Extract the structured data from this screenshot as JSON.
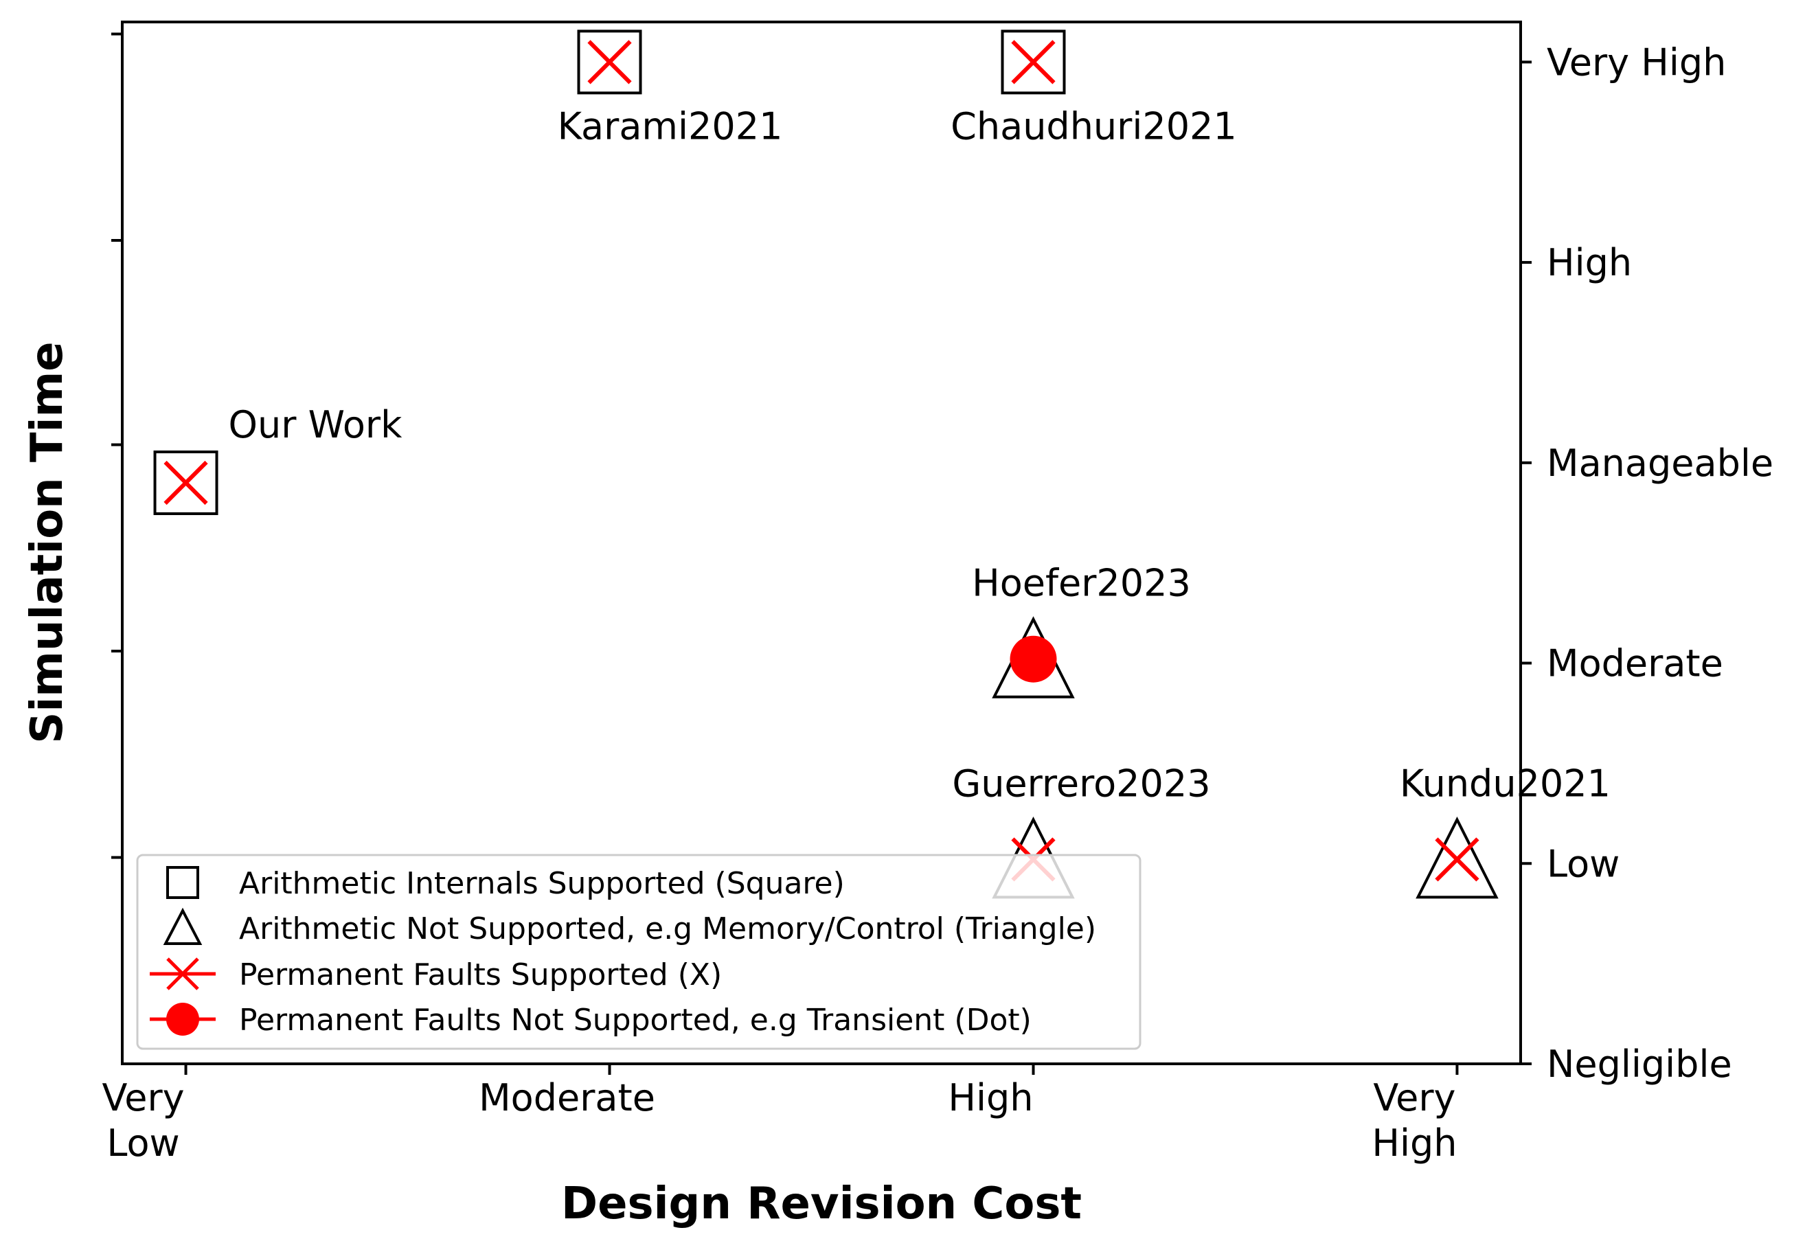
{
  "chart_data": {
    "type": "scatter",
    "xlabel": "Design Revision Cost",
    "ylabel": "Simulation Time",
    "x_ticks": [
      {
        "value": 0,
        "lines": [
          "Very",
          "Low"
        ]
      },
      {
        "value": 1,
        "lines": [
          "Moderate"
        ]
      },
      {
        "value": 2,
        "lines": [
          "High"
        ]
      },
      {
        "value": 3,
        "lines": [
          "Very",
          "High"
        ]
      }
    ],
    "y_ticks_right": [
      {
        "value": 0,
        "label": "Negligible"
      },
      {
        "value": 1,
        "label": "Low"
      },
      {
        "value": 2,
        "label": "Moderate"
      },
      {
        "value": 3,
        "label": "Manageable"
      },
      {
        "value": 4,
        "label": "High"
      },
      {
        "value": 5,
        "label": "Very High"
      }
    ],
    "y_ticks_left": [
      1.03,
      2.06,
      3.09,
      4.11,
      5.14
    ],
    "xlim": [
      -0.15,
      3.15
    ],
    "ylim": [
      0,
      5.2
    ],
    "points": [
      {
        "label": "Our Work",
        "x": 0,
        "y": 2.9,
        "shape": "square",
        "fault": "x",
        "label_pos": "upper-right"
      },
      {
        "label": "Karami2021",
        "x": 1,
        "y": 5,
        "shape": "square",
        "fault": "x",
        "label_pos": "below"
      },
      {
        "label": "Chaudhuri2021",
        "x": 2,
        "y": 5,
        "shape": "square",
        "fault": "x",
        "label_pos": "below"
      },
      {
        "label": "Hoefer2023",
        "x": 2,
        "y": 2.02,
        "shape": "triangle",
        "fault": "dot",
        "label_pos": "above"
      },
      {
        "label": "Guerrero2023",
        "x": 2,
        "y": 1.02,
        "shape": "triangle",
        "fault": "x",
        "label_pos": "above"
      },
      {
        "label": "Kundu2021",
        "x": 3,
        "y": 1.02,
        "shape": "triangle",
        "fault": "x",
        "label_pos": "above"
      }
    ],
    "legend": {
      "placement": "lower-left",
      "entries": [
        {
          "marker": "square",
          "label": "Arithmetic Internals Supported (Square)"
        },
        {
          "marker": "triangle",
          "label": "Arithmetic Not Supported, e.g Memory/Control (Triangle)"
        },
        {
          "marker": "x-line",
          "label": "Permanent Faults Supported (X)"
        },
        {
          "marker": "dot-line",
          "label": "Permanent Faults Not Supported, e.g Transient (Dot)"
        }
      ]
    },
    "grid": false,
    "colors": {
      "fault_marker": "#ff0000",
      "shape_outline": "#000000"
    }
  }
}
